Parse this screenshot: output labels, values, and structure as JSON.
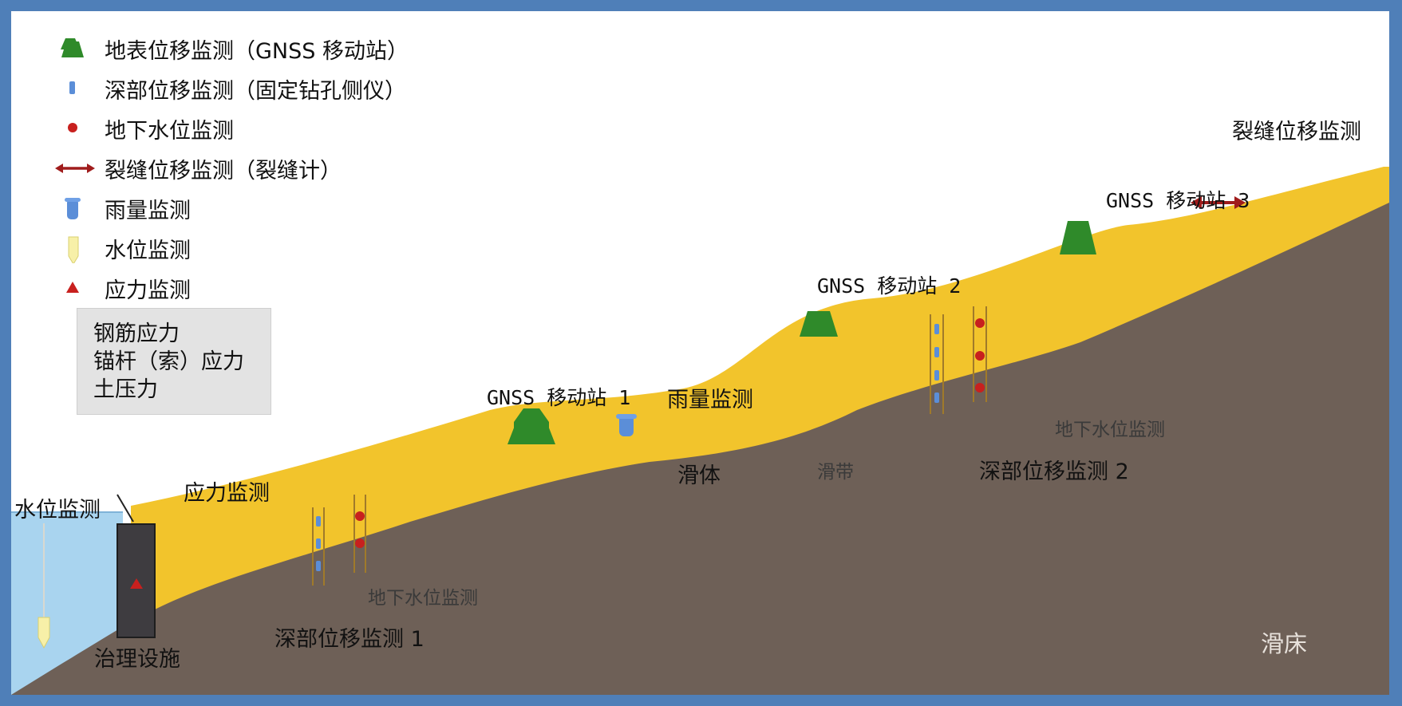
{
  "legend": [
    {
      "icon": "gnss-station-icon",
      "label": "地表位移监测（GNSS 移动站）"
    },
    {
      "icon": "inclinometer-icon",
      "label": "深部位移监测（固定钻孔侧仪）"
    },
    {
      "icon": "groundwater-dot-icon",
      "label": "地下水位监测"
    },
    {
      "icon": "crack-meter-icon",
      "label": "裂缝位移监测（裂缝计）"
    },
    {
      "icon": "rain-gauge-icon",
      "label": "雨量监测"
    },
    {
      "icon": "water-level-probe-icon",
      "label": "水位监测"
    },
    {
      "icon": "stress-triangle-icon",
      "label": "应力监测"
    }
  ],
  "stress_box": {
    "lines": [
      "钢筋应力",
      "锚杆（索）应力",
      "土压力"
    ]
  },
  "labels": {
    "water_level": "水位监测",
    "stress_monitor": "应力监测",
    "treatment_facility": "治理设施",
    "gnss_1": "GNSS 移动站 1",
    "gnss_2": "GNSS 移动站 2",
    "gnss_3": "GNSS 移动站 3",
    "rain_gauge": "雨量监测",
    "slide_body": "滑体",
    "slide_zone": "滑带",
    "groundwater_1": "地下水位监测",
    "groundwater_2": "地下水位监测",
    "deep_disp_1": "深部位移监测 1",
    "deep_disp_2": "深部位移监测 2",
    "crack_disp": "裂缝位移监测",
    "slide_bed": "滑床"
  },
  "colors": {
    "frame": "#4f7fb8",
    "bedrock": "#6e6057",
    "slide_body": "#f2c42c",
    "water": "#a9d4ef",
    "gnss_green": "#2f8a2a",
    "blue_sensor": "#5b8ed8",
    "red_sensor": "#c8201e",
    "stress_box": "#e3e3e3"
  }
}
